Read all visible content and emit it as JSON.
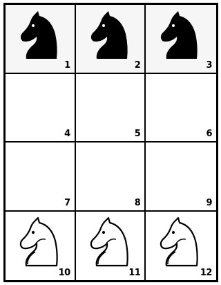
{
  "board": {
    "cells": [
      {
        "label": "1",
        "piece": "black-knight"
      },
      {
        "label": "2",
        "piece": "black-knight"
      },
      {
        "label": "3",
        "piece": "black-knight"
      },
      {
        "label": "4",
        "piece": ""
      },
      {
        "label": "5",
        "piece": ""
      },
      {
        "label": "6",
        "piece": ""
      },
      {
        "label": "7",
        "piece": ""
      },
      {
        "label": "8",
        "piece": ""
      },
      {
        "label": "9",
        "piece": ""
      },
      {
        "label": "10",
        "piece": "white-knight"
      },
      {
        "label": "11",
        "piece": "white-knight"
      },
      {
        "label": "12",
        "piece": "white-knight"
      }
    ]
  },
  "colors": {
    "black_piece": "#000000",
    "white_piece": "#ffffff",
    "grid_line": "#000000"
  }
}
